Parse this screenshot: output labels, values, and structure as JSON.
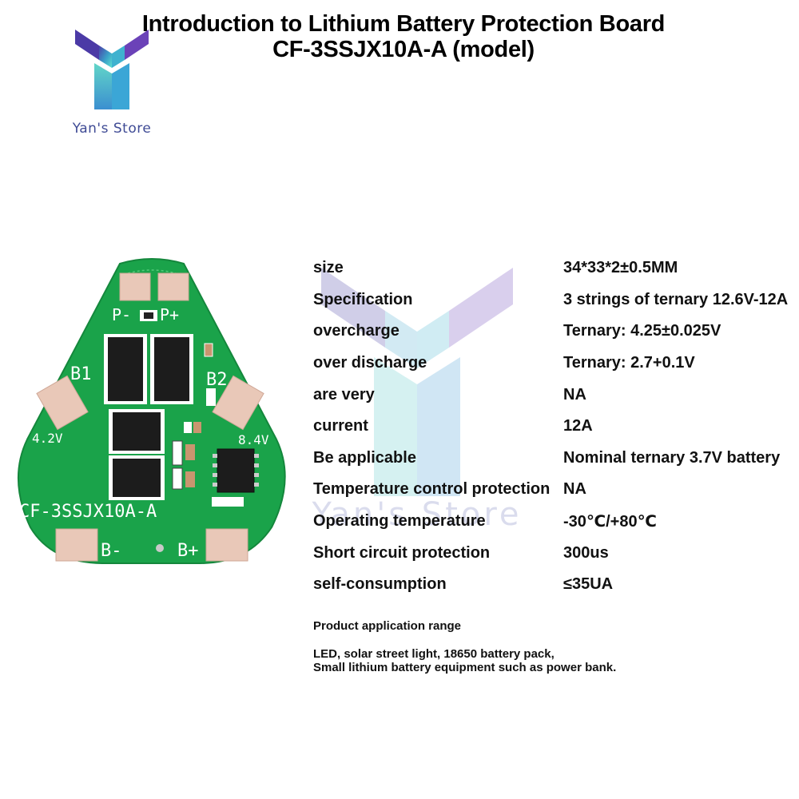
{
  "title": {
    "line1": "Introduction to Lithium Battery Protection Board",
    "line2": "CF-3SSJX10A-A (model)"
  },
  "logo": {
    "text": "Yan's Store",
    "icon": "y-logo-icon"
  },
  "board": {
    "labels": {
      "p_minus": "P-",
      "p_plus": "P+",
      "b1": "B1",
      "b2": "B2",
      "v42": "4.2V",
      "v84": "8.4V",
      "model": "CF-3SSJX10A-A",
      "b_minus": "B-",
      "b_plus": "B+"
    },
    "colors": {
      "pcb": "#1aa34a",
      "pad": "#e9c8b8",
      "chip": "#1c1c1c"
    }
  },
  "specs": [
    {
      "label": "size",
      "value": "34*33*2±0.5MM"
    },
    {
      "label": "Specification",
      "value": "3 strings of ternary 12.6V-12A"
    },
    {
      "label": "overcharge",
      "value": "Ternary: 4.25±0.025V"
    },
    {
      "label": "over discharge",
      "value": "Ternary: 2.7+0.1V"
    },
    {
      "label": "are very",
      "value": "NA"
    },
    {
      "label": "current",
      "value": "12A"
    },
    {
      "label": "Be applicable",
      "value": "Nominal ternary 3.7V battery"
    },
    {
      "label": "Temperature control protection",
      "value": "NA"
    },
    {
      "label": "Operating temperature",
      "value": "-30℃/+80℃"
    },
    {
      "label": "Short circuit protection",
      "value": "300us"
    },
    {
      "label": "self-consumption",
      "value": "≤35UA"
    }
  ],
  "application": {
    "heading": "Product application range",
    "line1": "LED, solar street light, 18650 battery pack,",
    "line2": "Small lithium battery equipment such as power bank."
  },
  "watermark": {
    "text": "Yan's Store"
  }
}
